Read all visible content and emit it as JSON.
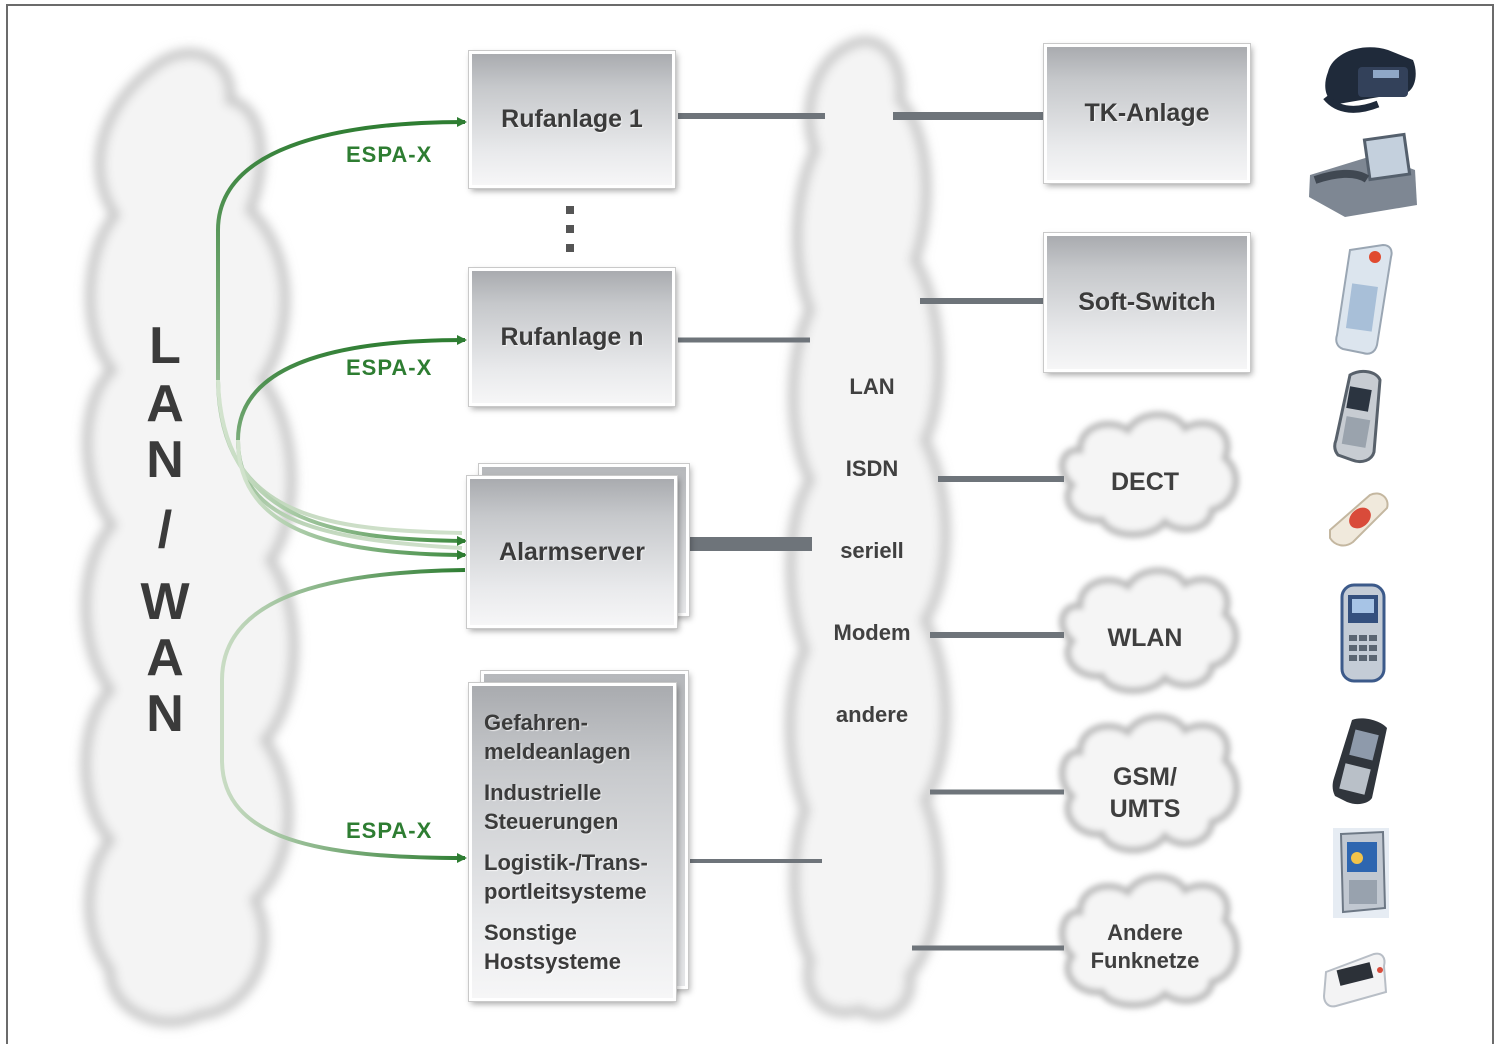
{
  "network_label": [
    "L",
    "A",
    "N",
    "/",
    "W",
    "A",
    "N"
  ],
  "protocol_label": "ESPA-X",
  "systems": {
    "rufanlage_1": "Rufanlage 1",
    "rufanlage_n": "Rufanlage n",
    "alarmserver": "Alarmserver",
    "external_systems": [
      {
        "line1": "Gefahren-",
        "line2": "meldeanlagen"
      },
      {
        "line1": "Industrielle",
        "line2": "Steuerungen"
      },
      {
        "line1": "Logistik-/Trans-",
        "line2": "portleitsysteme"
      },
      {
        "line1": "Sonstige",
        "line2": "Hostsysteme"
      }
    ]
  },
  "transport_options": [
    "LAN",
    "ISDN",
    "seriell",
    "Modem",
    "andere"
  ],
  "targets": {
    "tk_anlage": "TK-Anlage",
    "soft_switch": "Soft-Switch",
    "dect": "DECT",
    "wlan": "WLAN",
    "gsm_line1": "GSM/",
    "gsm_line2": "UMTS",
    "andere_line1": "Andere",
    "andere_line2": "Funknetze"
  },
  "device_icons": [
    "desk-phone-icon",
    "system-phone-icon",
    "dect-handset-icon",
    "wlan-handset-icon",
    "alarm-button-icon",
    "cordless-phone-icon",
    "mobile-phone-icon",
    "smartphone-icon",
    "pager-icon"
  ],
  "colors": {
    "arrow_green": "#2e7d32",
    "line_gray": "#6e747a"
  }
}
